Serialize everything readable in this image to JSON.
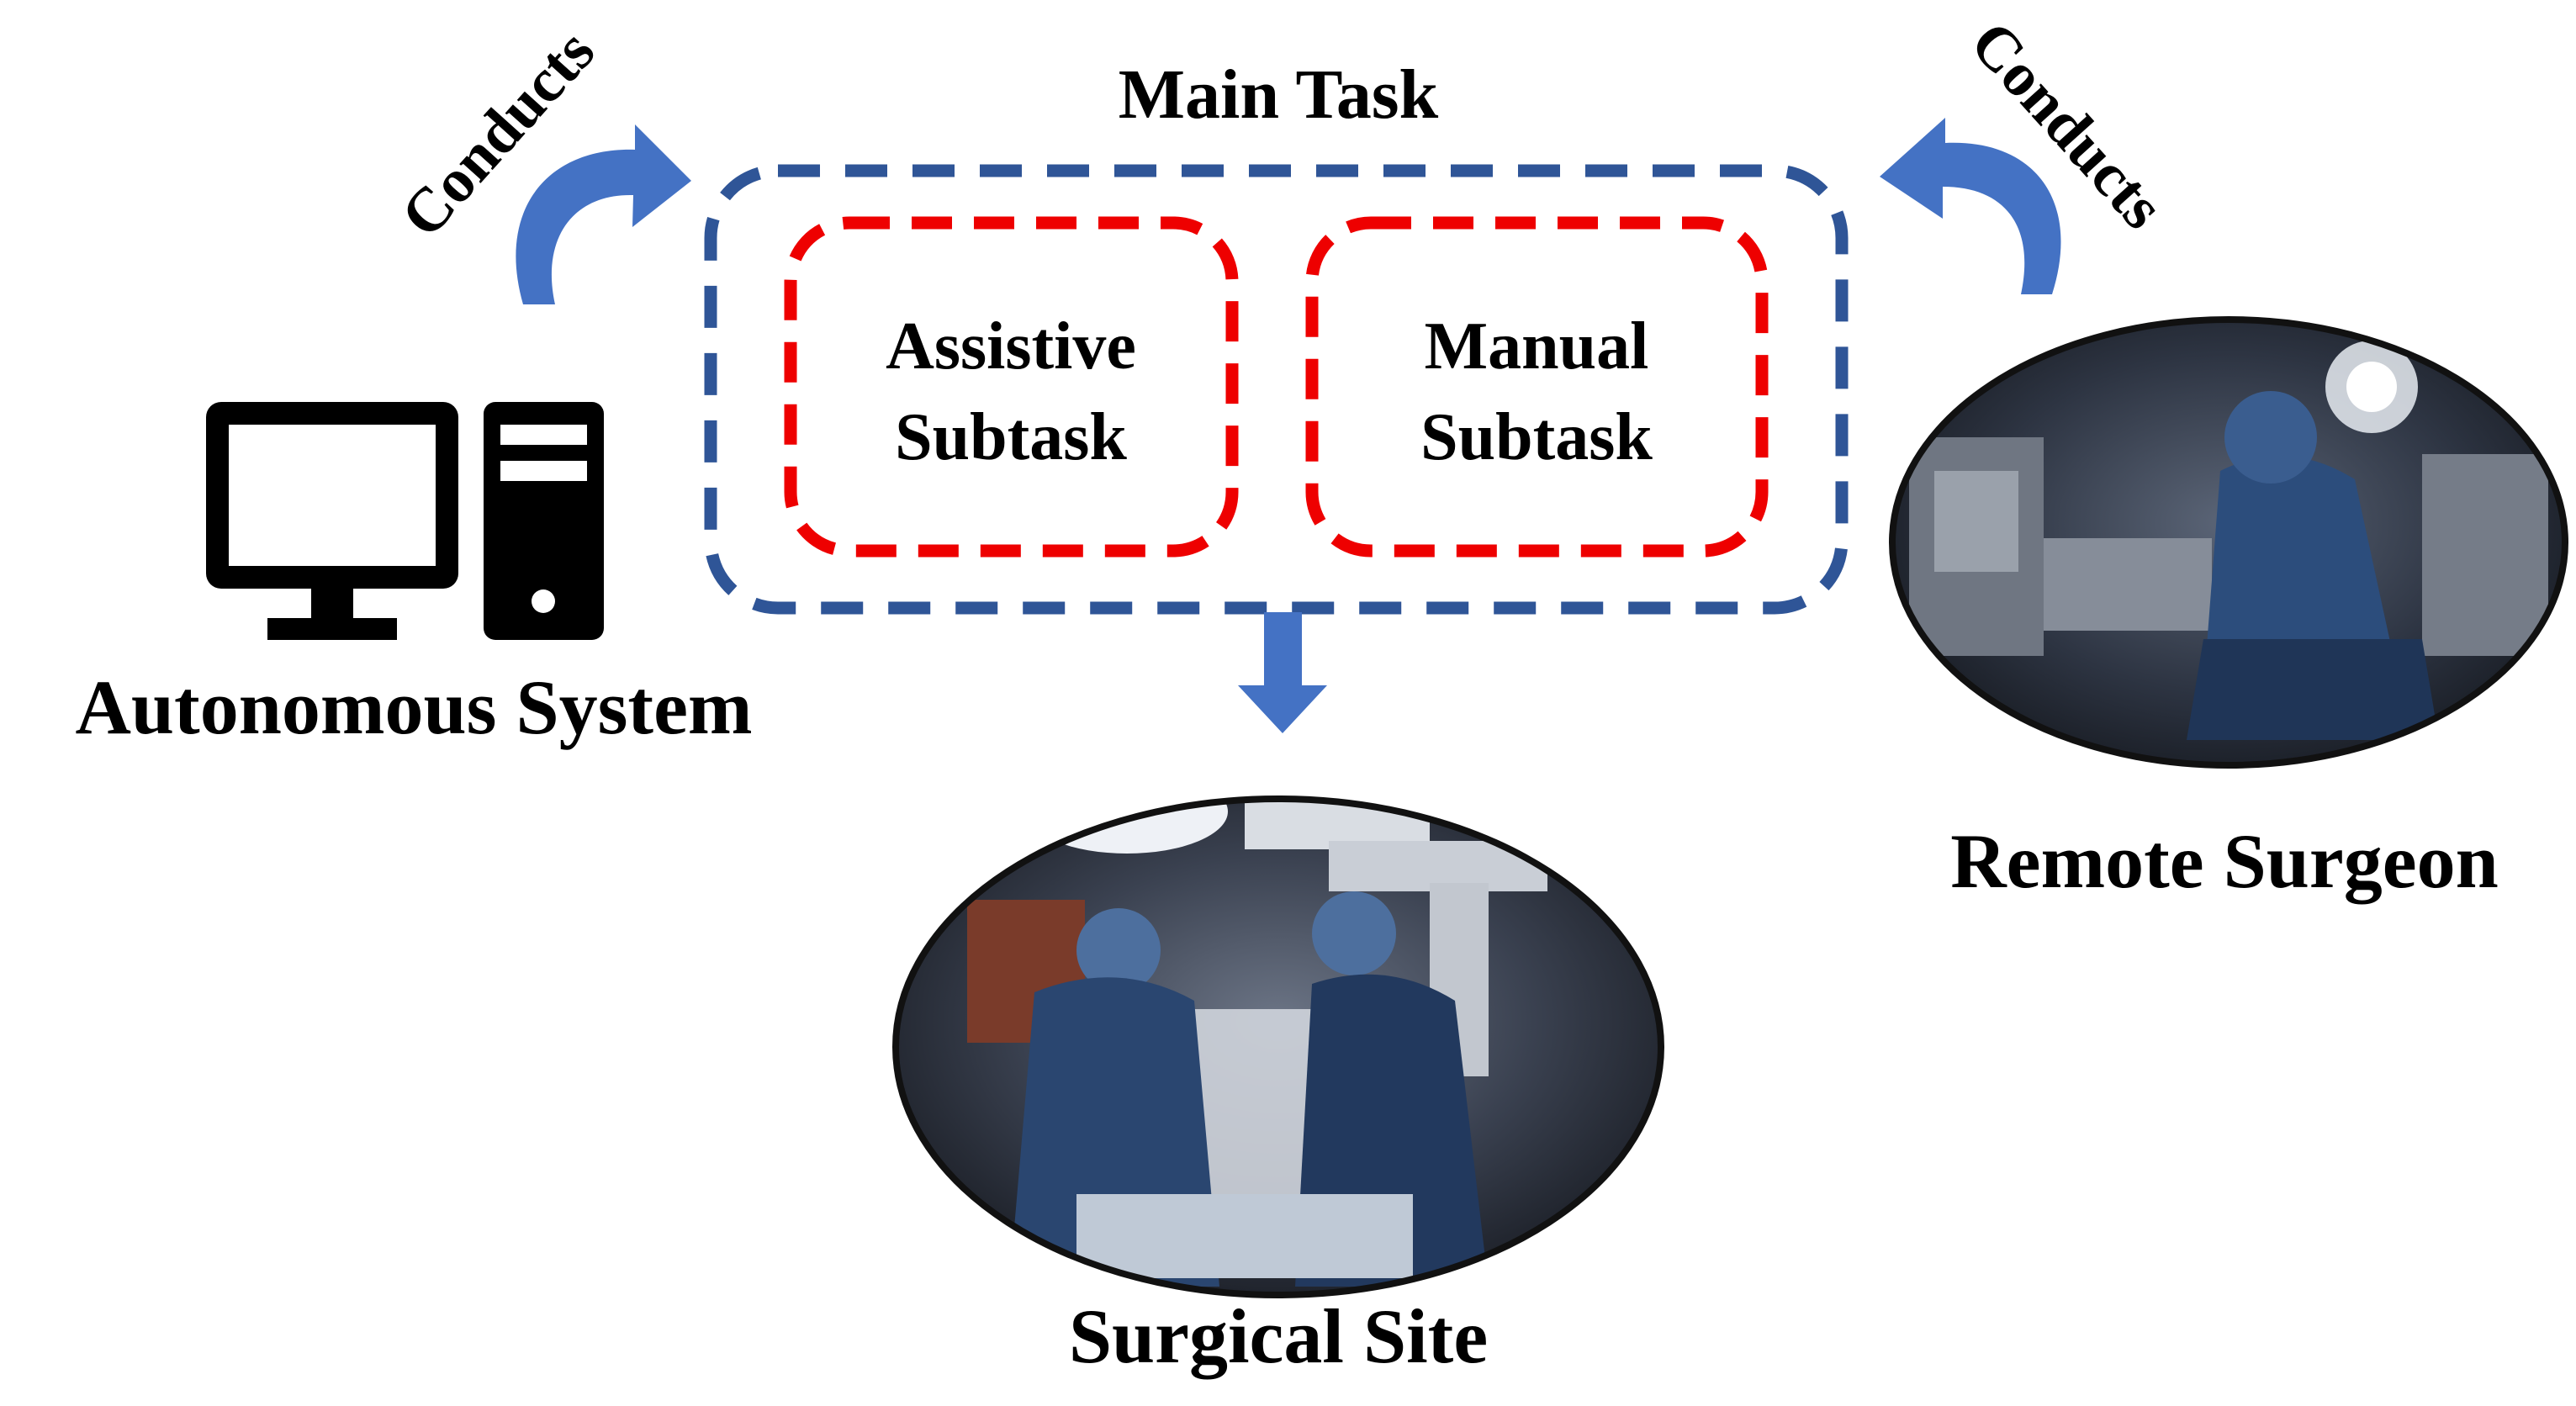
{
  "main_task": {
    "title": "Main Task"
  },
  "subtasks": [
    {
      "line1": "Assistive",
      "line2": "Subtask"
    },
    {
      "line1": "Manual",
      "line2": "Subtask"
    }
  ],
  "actors": {
    "left": {
      "label": "Autonomous System",
      "arrow_label": "Conducts",
      "icon": "computer-icon"
    },
    "right": {
      "label": "Remote Surgeon",
      "arrow_label": "Conducts",
      "image": "surgeon-console-photo"
    }
  },
  "output": {
    "label": "Surgical Site",
    "image": "operating-room-photo"
  },
  "colors": {
    "main_border": "#2f5597",
    "subtask_border": "#ee0000",
    "arrow": "#4472c4",
    "text": "#000000"
  }
}
